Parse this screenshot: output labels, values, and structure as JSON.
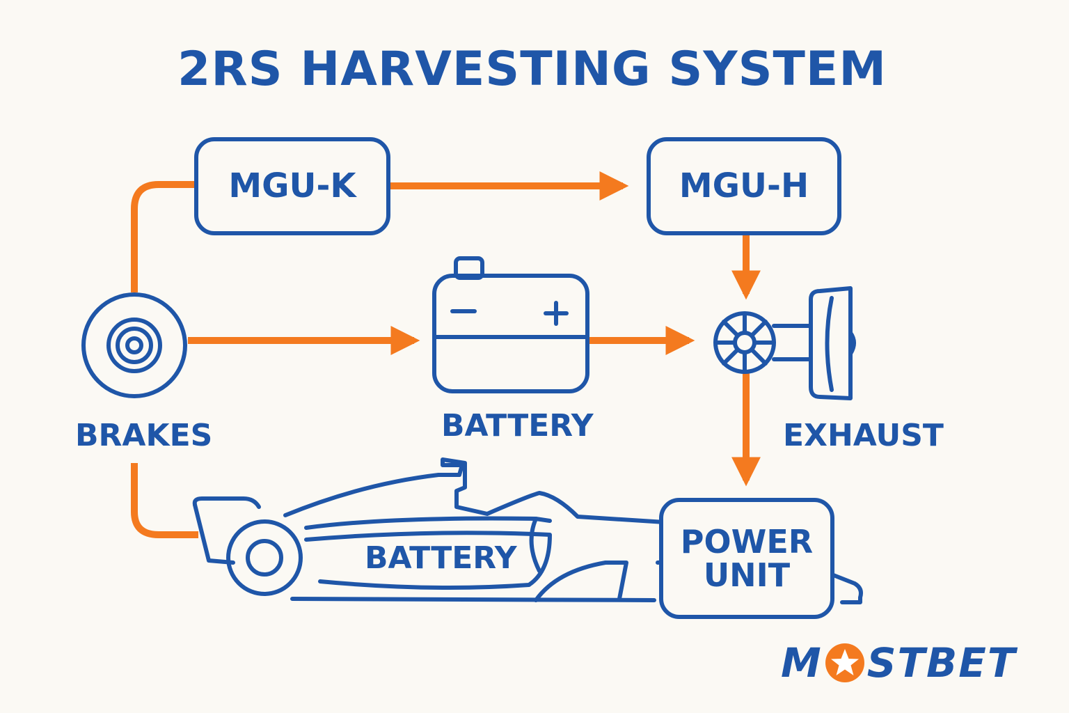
{
  "title": "2RS HARVESTING SYSTEM",
  "colors": {
    "blue": "#1f56a8",
    "orange": "#f47a1f",
    "background": "#fbf9f4"
  },
  "nodes": {
    "mgu_k": "MGU-K",
    "mgu_h": "MGU-H",
    "power_unit_line1": "POWER",
    "power_unit_line2": "UNIT",
    "car_battery": "BATTERY"
  },
  "labels": {
    "brakes": "BRAKES",
    "battery": "BATTERY",
    "exhaust": "EXHAUST"
  },
  "icons": {
    "brakes": "brake-disc-icon",
    "battery": "battery-icon",
    "exhaust": "turbo-exhaust-icon",
    "car": "formula-car-icon"
  },
  "logo": {
    "text_left": "M",
    "text_right": "STBET",
    "symbol": "star-in-circle"
  }
}
